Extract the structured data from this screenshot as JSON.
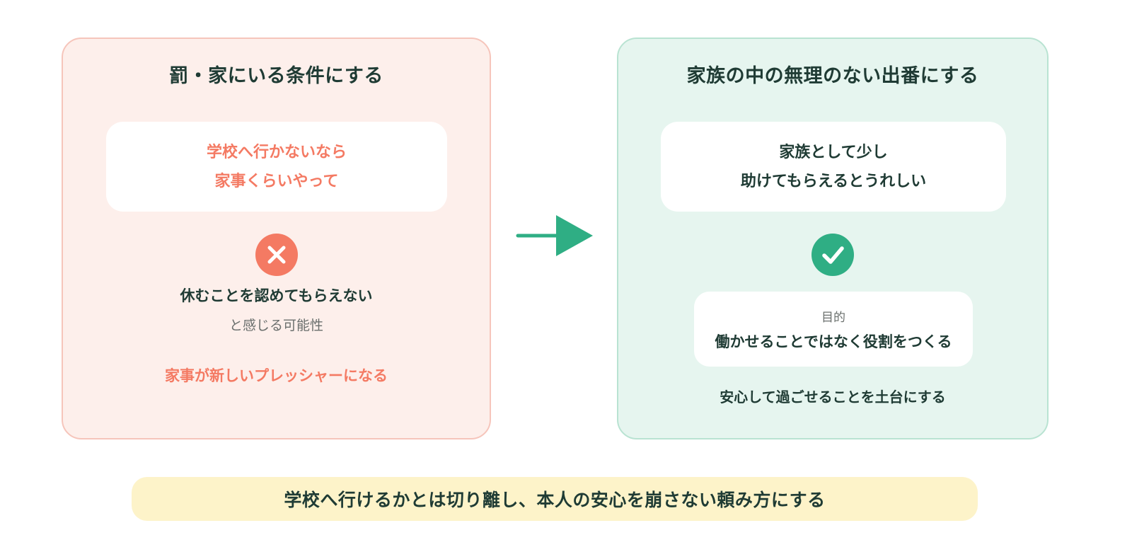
{
  "left_panel": {
    "title": "罰・家にいる条件にする",
    "quote_lines": [
      "学校へ行かないなら",
      "家事くらいやって"
    ],
    "result_main": "休むことを認めてもらえない",
    "result_sub": "と感じる可能性",
    "result_warning": "家事が新しいプレッシャーになる",
    "icon": "cross-icon"
  },
  "right_panel": {
    "title": "家族の中の無理のない出番にする",
    "quote_lines": [
      "家族として少し",
      "助けてもらえるとうれしい"
    ],
    "purpose_label": "目的",
    "purpose_text": "働かせることではなく役割をつくる",
    "foundation": "安心して過ごせることを土台にする",
    "icon": "check-icon"
  },
  "summary": "学校へ行けるかとは切り離し、本人の安心を崩さない頼み方にする",
  "colors": {
    "negative": "#f47a63",
    "positive": "#2fae84",
    "left_bg": "#fdefeb",
    "right_bg": "#e6f5ef",
    "summary_bg": "#fdf3c9",
    "text_dark": "#1f3b34"
  }
}
